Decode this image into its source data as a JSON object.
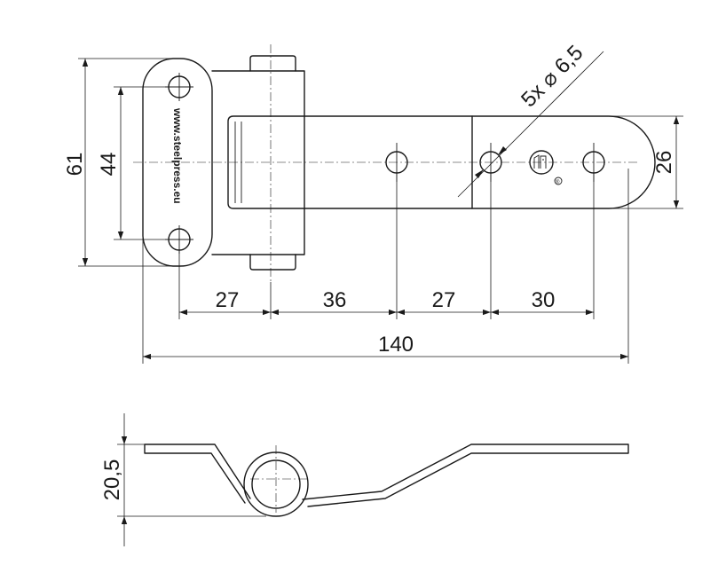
{
  "dimensions": {
    "overall_height": "61",
    "hole_spacing_vertical": "44",
    "spacing_1": "27",
    "spacing_2": "36",
    "spacing_3": "27",
    "spacing_4": "30",
    "overall_length": "140",
    "strap_width": "26",
    "hole_callout": "5x ⌀ 6,5",
    "side_height": "20,5"
  },
  "plate_marking": "www.steelpress.eu",
  "logo_symbol": "®"
}
